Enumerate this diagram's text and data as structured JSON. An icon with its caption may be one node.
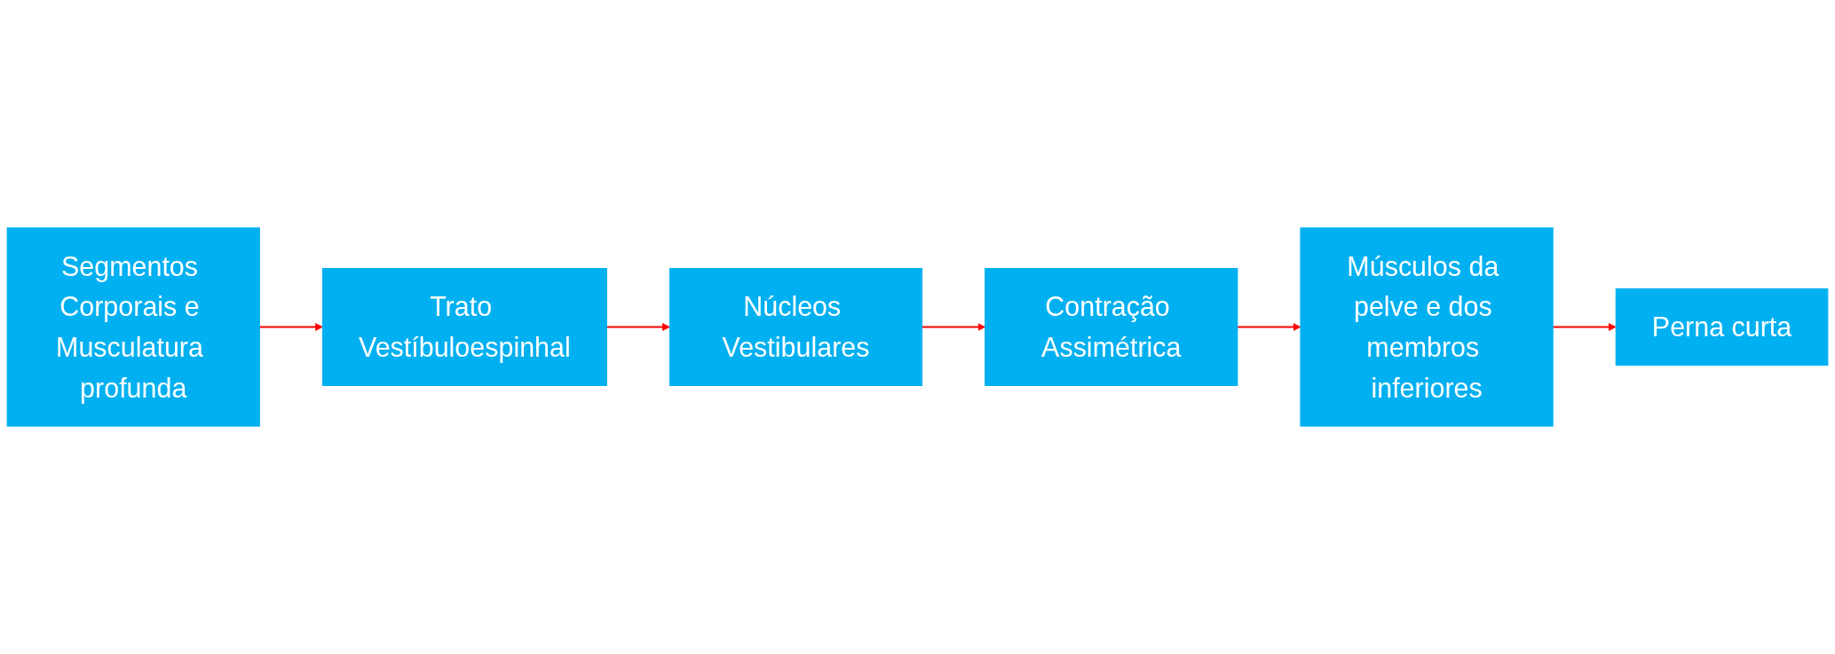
{
  "diagram": {
    "nodes": [
      {
        "text": [
          "Segmentos Corporais e Musculatura profunda"
        ]
      },
      {
        "text": [
          "Trato Vestíbuloespinhal"
        ]
      },
      {
        "text": [
          "Núcleos Vestibulares"
        ]
      },
      {
        "text": [
          "Contração Assimétrica"
        ]
      },
      {
        "text": [
          "Músculos da pelve e dos membros inferiores"
        ]
      },
      {
        "text": [
          "Perna curta"
        ]
      }
    ],
    "edges": [
      {
        "from": 0,
        "to": 1,
        "arrow": "to"
      },
      {
        "from": 1,
        "to": 2,
        "arrow": "to"
      },
      {
        "from": 2,
        "to": 3,
        "arrow": "to"
      },
      {
        "from": 3,
        "to": 4,
        "arrow": "to"
      },
      {
        "from": 4,
        "to": 5,
        "arrow": "to"
      }
    ]
  }
}
